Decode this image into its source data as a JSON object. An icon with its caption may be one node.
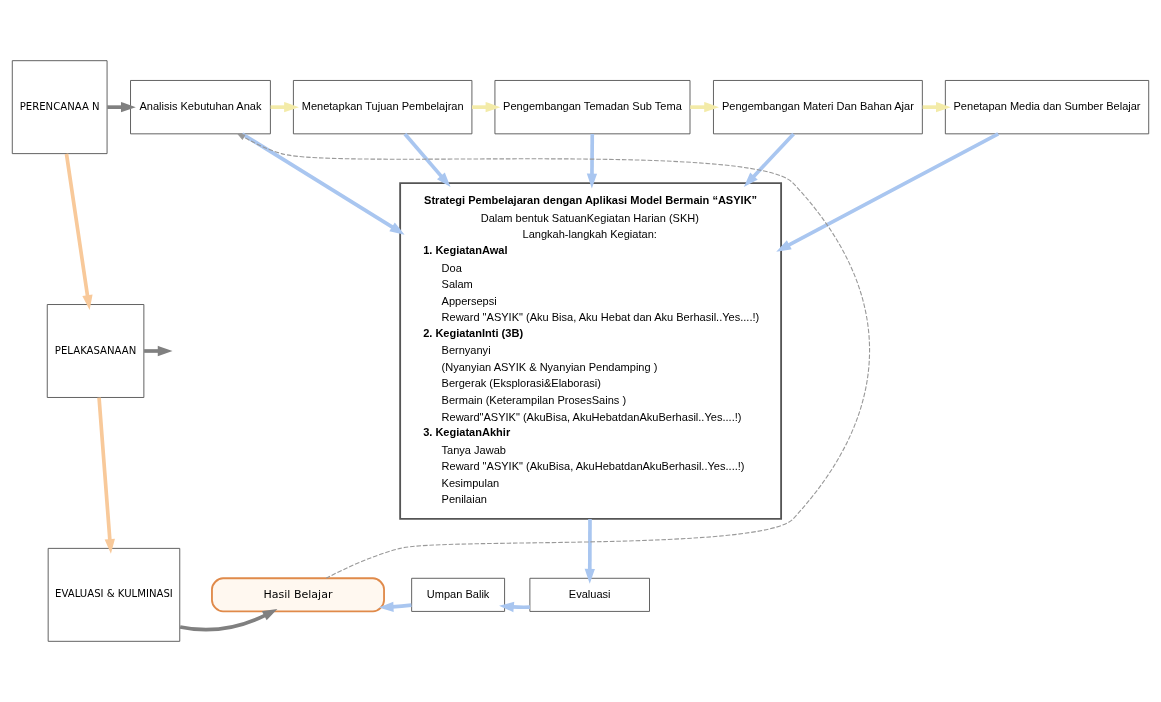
{
  "diagram": {
    "nodes": [
      {
        "text": [
          "PERENCANAA N"
        ]
      },
      {
        "text": [
          "PELAKASANAAN"
        ]
      },
      {
        "text": [
          "EVALUASI & KULMINASI"
        ]
      },
      {
        "text": [
          "Analisis Kebutuhan Anak"
        ]
      },
      {
        "text": [
          "Menetapkan Tujuan Pembelajran"
        ]
      },
      {
        "text": [
          "Pengembangan Temadan Sub Tema"
        ]
      },
      {
        "text": [
          "Pengembangan Materi Dan Bahan Ajar"
        ]
      },
      {
        "text": [
          "Penetapan Media dan Sumber Belajar"
        ]
      },
      {
        "text": [
          "Strategi Pembelajaran dengan Aplikasi Model Bermain “ASYIK”",
          "Dalam bentuk SatuanKegiatan Harian (SKH)",
          "Langkah-langkah Kegiatan:",
          "1. KegiatanAwal",
          "Doa",
          "Salam",
          "Appersepsi",
          "Reward \"ASYIK\" (Aku Bisa, Aku Hebat dan Aku Berhasil..Yes....!)",
          "2. KegiatanInti (3B)",
          "Bernyanyi",
          "(Nyanyian ASYIK & Nyanyian Pendamping )",
          "Bergerak (Eksplorasi&Elaborasi)",
          "Bermain (Keterampilan ProsesSains )",
          "Reward\"ASYIK\" (AkuBisa, AkuHebatdanAkuBerhasil..Yes....!)",
          "3. KegiatanAkhir",
          "Tanya Jawab",
          "Reward \"ASYIK\" (AkuBisa, AkuHebatdanAkuBerhasil..Yes....!)",
          "Kesimpulan",
          "Penilaian"
        ]
      },
      {
        "text": [
          "Hasil Belajar"
        ]
      },
      {
        "text": [
          "Umpan Balik"
        ]
      },
      {
        "text": [
          "Evaluasi"
        ]
      }
    ],
    "edges": [
      {
        "from": 0,
        "to": 3,
        "arrow": "to",
        "color": "#808080"
      },
      {
        "from": 1,
        "to": null,
        "arrow": "to",
        "color": "#808080"
      },
      {
        "from": 2,
        "to": 9,
        "arrow": "to",
        "color": "#808080"
      },
      {
        "from": 0,
        "to": 1,
        "arrow": "to",
        "color": "#f8c99a"
      },
      {
        "from": 1,
        "to": 2,
        "arrow": "to",
        "color": "#f8c99a"
      },
      {
        "from": 3,
        "to": 4,
        "arrow": "to",
        "color": "#f3eba8"
      },
      {
        "from": 4,
        "to": 5,
        "arrow": "to",
        "color": "#f3eba8"
      },
      {
        "from": 5,
        "to": 6,
        "arrow": "to",
        "color": "#f3eba8"
      },
      {
        "from": 6,
        "to": 7,
        "arrow": "to",
        "color": "#f3eba8"
      },
      {
        "from": 3,
        "to": 8,
        "arrow": "to"
      },
      {
        "from": 4,
        "to": 8,
        "arrow": "to"
      },
      {
        "from": 5,
        "to": 8,
        "arrow": "to"
      },
      {
        "from": 6,
        "to": 8,
        "arrow": "to"
      },
      {
        "from": 7,
        "to": 8,
        "arrow": "to"
      },
      {
        "from": 8,
        "to": 11,
        "arrow": "to"
      },
      {
        "from": 11,
        "to": 10,
        "arrow": "to"
      },
      {
        "from": 10,
        "to": 9,
        "arrow": "to"
      },
      {
        "from": 9,
        "to": 3,
        "arrow": "to",
        "style": "dashed",
        "color": "#999999"
      }
    ]
  }
}
